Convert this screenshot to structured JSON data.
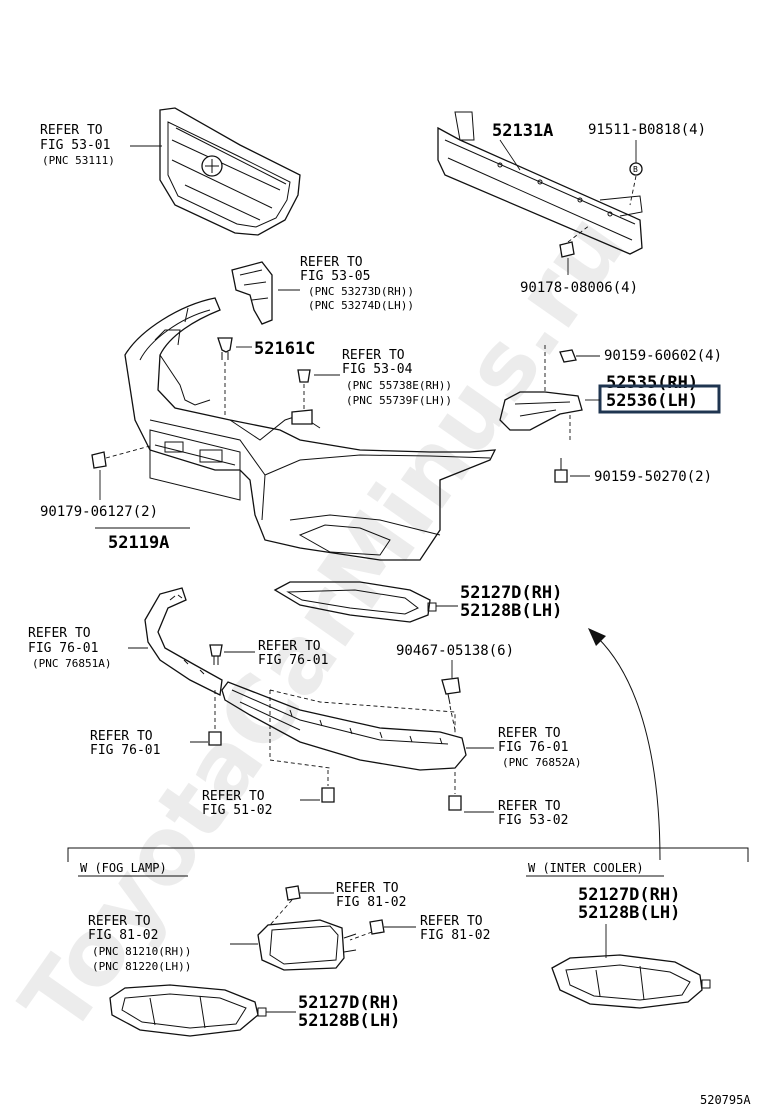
{
  "watermark": "ToyotaCarMinus.ru",
  "diagram_id": "520795A",
  "labels": {
    "grille_ref": [
      "REFER TO",
      "FIG 53-01",
      "(PNC 53111)"
    ],
    "p52131A": "52131A",
    "p91511": "91511-B0818(4)",
    "p90178": "90178-08006(4)",
    "bracket_ref": [
      "REFER TO",
      "FIG 53-05",
      "(PNC 53273D(RH))",
      "(PNC 53274D(LH))"
    ],
    "p52161C": "52161C",
    "mid_ref": [
      "REFER TO",
      "FIG 53-04",
      "(PNC 55738E(RH))",
      "(PNC 55739F(LH))"
    ],
    "p90159_60602": "90159-60602(4)",
    "p52535": "52535(RH)",
    "p52536": "52536(LH)",
    "p90159_50270": "90159-50270(2)",
    "p90179": "90179-06127(2)",
    "p52119A": "52119A",
    "p52127D_1": "52127D(RH)",
    "p52128B_1": "52128B(LH)",
    "lower_left_ref": [
      "REFER TO",
      "FIG 76-01",
      "(PNC 76851A)"
    ],
    "clip_ref": [
      "REFER TO",
      "FIG 76-01"
    ],
    "p90467": "90467-05138(6)",
    "screw_ref": [
      "REFER TO",
      "FIG 76-01"
    ],
    "right_ref": [
      "REFER TO",
      "FIG 76-01",
      "(PNC 76852A)"
    ],
    "bottom51_ref": [
      "REFER TO",
      "FIG 51-02"
    ],
    "bottom53_ref": [
      "REFER TO",
      "FIG 53-02"
    ],
    "fog_header": "W (FOG LAMP)",
    "inter_header": "W (INTER COOLER)",
    "fog_top_ref": [
      "REFER TO",
      "FIG 81-02"
    ],
    "fog_left_ref": [
      "REFER TO",
      "FIG 81-02",
      "(PNC 81210(RH))",
      "(PNC 81220(LH))"
    ],
    "fog_right_ref": [
      "REFER TO",
      "FIG 81-02"
    ],
    "p52127D_fog": "52127D(RH)",
    "p52128B_fog": "52128B(LH)",
    "p52127D_ic": "52127D(RH)",
    "p52128B_ic": "52128B(LH)"
  }
}
